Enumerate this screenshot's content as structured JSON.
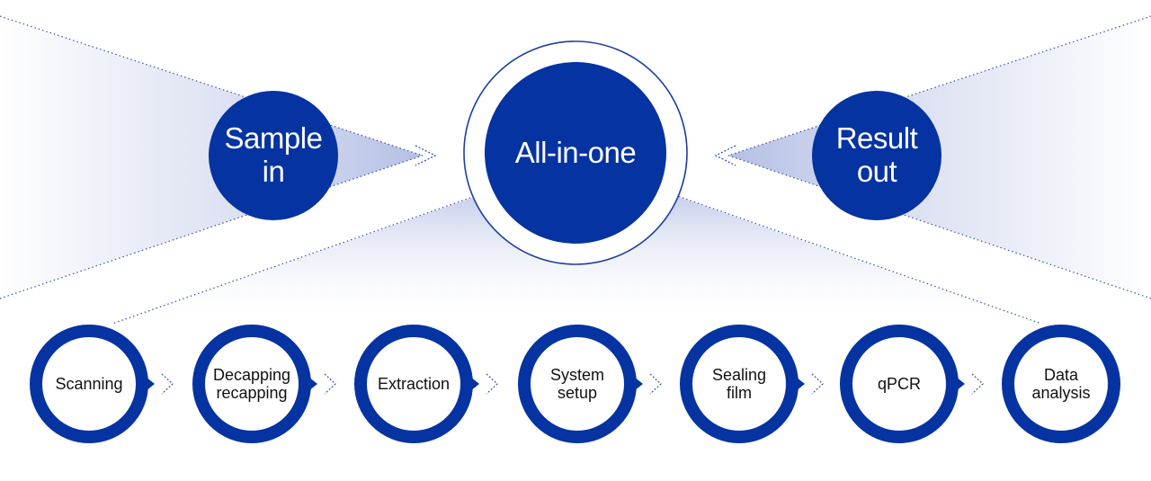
{
  "top_nodes": {
    "sample_in": {
      "line1": "Sample",
      "line2": "in"
    },
    "all_in_one": {
      "line1": "All-in-one"
    },
    "result_out": {
      "line1": "Result",
      "line2": "out"
    }
  },
  "steps": [
    {
      "line1": "Scanning",
      "line2": ""
    },
    {
      "line1": "Decapping",
      "line2": "recapping"
    },
    {
      "line1": "Extraction",
      "line2": ""
    },
    {
      "line1": "System",
      "line2": "setup"
    },
    {
      "line1": "Sealing",
      "line2": "film"
    },
    {
      "line1": "qPCR",
      "line2": ""
    },
    {
      "line1": "Data",
      "line2": "analysis"
    }
  ],
  "colors": {
    "primary": "#0533A1",
    "ring": "#1E3F9E",
    "dotted": "#3552B0",
    "glow": "#C6CEEA"
  }
}
